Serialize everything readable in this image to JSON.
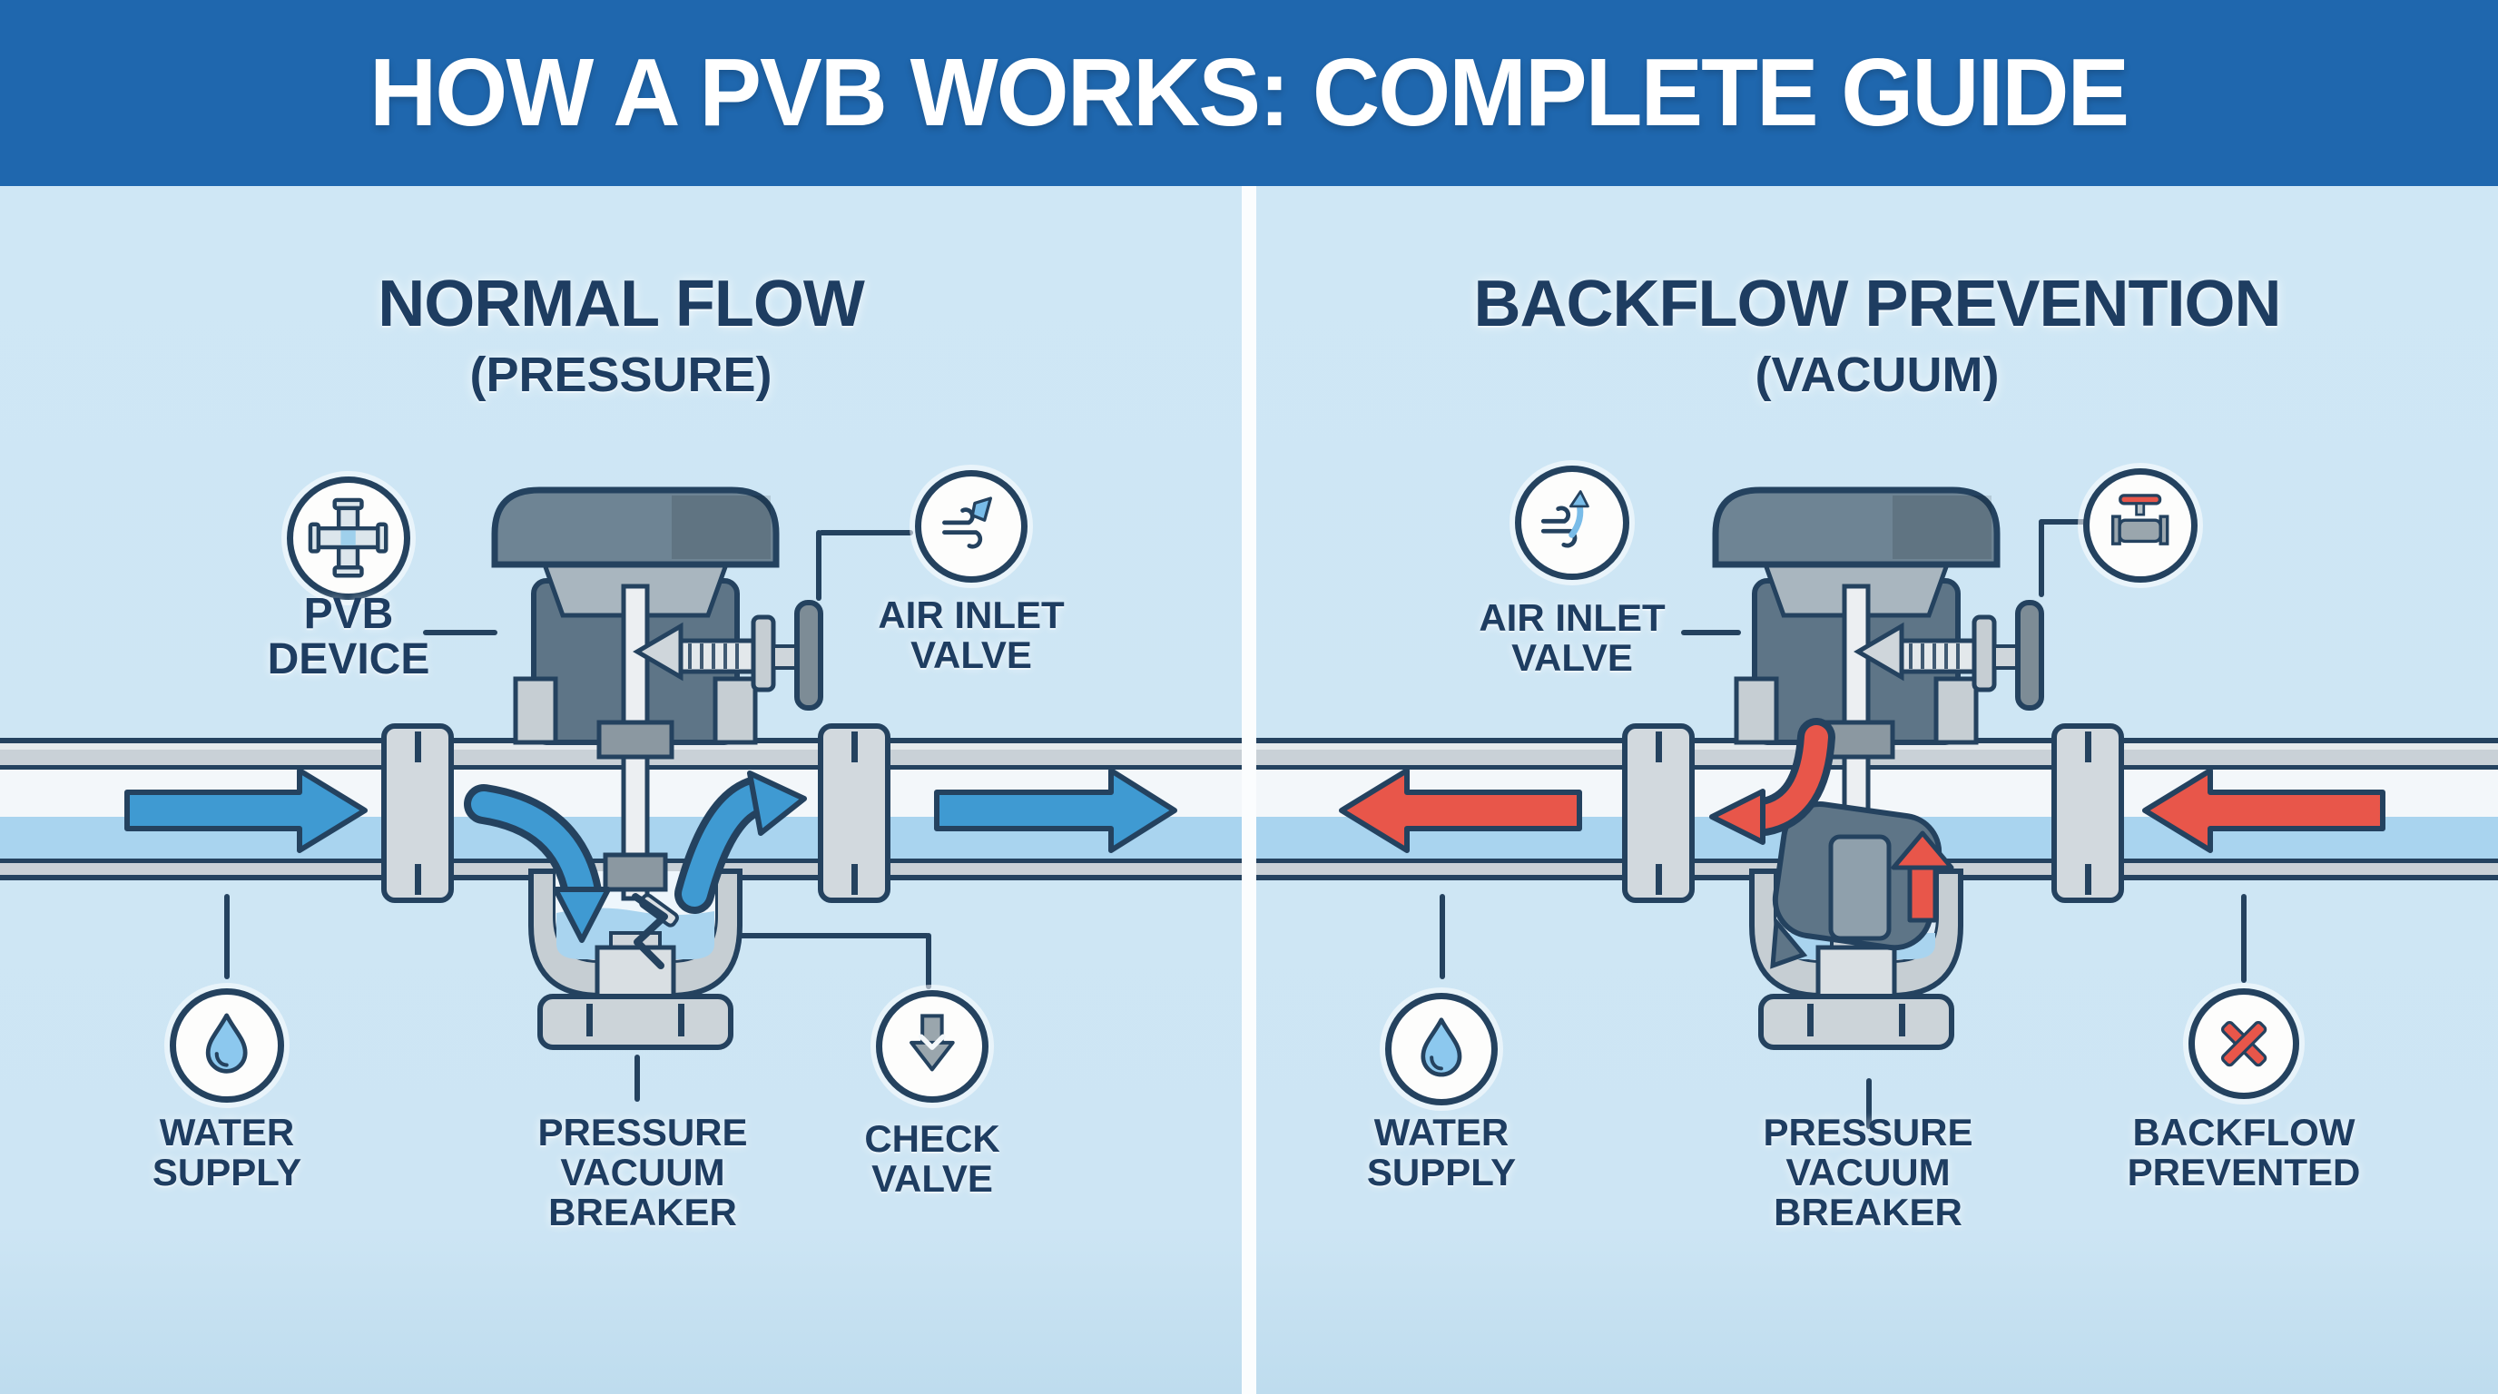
{
  "header": {
    "title": "HOW A PVB WORKS: COMPLETE GUIDE",
    "bg_color": "#1f67ae",
    "text_color": "#ffffff"
  },
  "colors": {
    "panel_background": "#cfe7f5",
    "divider": "#fbfdfe",
    "outline_navy": "#24425f",
    "label_text": "#1e3d61",
    "pipe_gray": "#c9d1d7",
    "pipe_interior": "#f3f7fa",
    "water_blue": "#a9d4ef",
    "device_body_dark": "#5e7587",
    "device_cap_gray": "#6e8494",
    "flow_blue": "#3f9ad2",
    "flow_red": "#e8564a",
    "icon_circle_bg": "#fdfdfc"
  },
  "left_panel": {
    "heading": "NORMAL FLOW",
    "subheading": "(PRESSURE)",
    "flow_color": "#3f9ad2",
    "callouts": {
      "pvb_device": {
        "line1": "PVB",
        "line2": "DEVICE",
        "icon": "pvb-cross-fitting-icon"
      },
      "air_inlet_valve": {
        "line1": "AIR INLET",
        "line2": "VALVE",
        "icon": "wind-icon"
      },
      "water_supply": {
        "line1": "WATER",
        "line2": "SUPPLY",
        "icon": "water-drop-icon"
      },
      "pressure_vacuum_breaker": {
        "line1": "PRESSURE",
        "line2": "VACUUM",
        "line3": "BREAKER"
      },
      "check_valve": {
        "line1": "CHECK",
        "line2": "VALVE",
        "icon": "check-valve-arrow-icon"
      }
    }
  },
  "right_panel": {
    "heading": "BACKFLOW PREVENTION",
    "subheading": "(VACUUM)",
    "flow_color": "#e8564a",
    "callouts": {
      "air_inlet_valve": {
        "line1": "AIR INLET",
        "line2": "VALVE",
        "icon": "wind-up-arrow-icon"
      },
      "shutoff_valve": {
        "icon": "gate-valve-icon"
      },
      "water_supply": {
        "line1": "WATER",
        "line2": "SUPPLY",
        "icon": "water-drop-icon"
      },
      "pressure_vacuum_breaker": {
        "line1": "PRESSURE",
        "line2": "VACUUM",
        "line3": "BREAKER"
      },
      "backflow_prevented": {
        "line1": "BACKFLOW",
        "line2": "PREVENTED",
        "icon": "x-mark-icon"
      }
    }
  }
}
